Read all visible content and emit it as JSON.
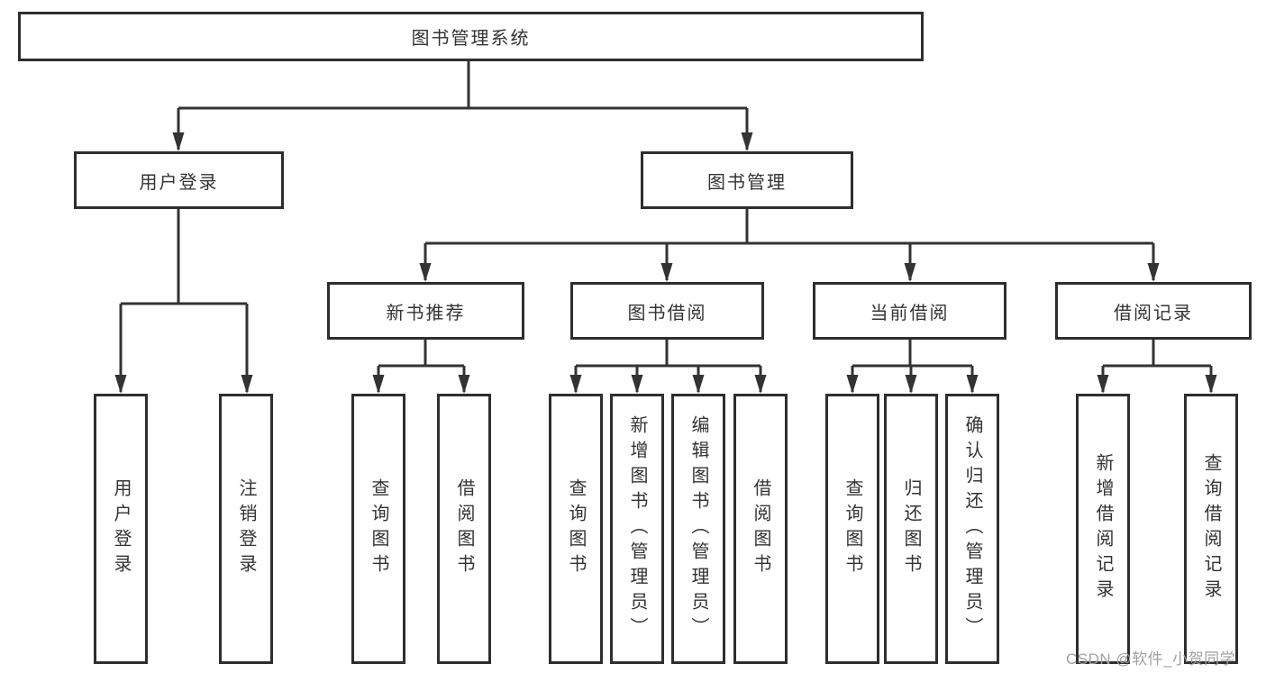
{
  "nodes": {
    "root": "图书管理系统",
    "user_login": "用户登录",
    "book_mgmt": "图书管理",
    "new_book": "新书推荐",
    "book_borrow": "图书借阅",
    "current_borrow": "当前借阅",
    "borrow_record": "借阅记录",
    "user_login_children": [
      "用户登录",
      "注销登录"
    ],
    "new_book_children": [
      "查询图书",
      "借阅图书"
    ],
    "book_borrow_children": [
      "查询图书",
      "新增图书（管理员）",
      "编辑图书（管理员）",
      "借阅图书"
    ],
    "current_borrow_children": [
      "查询图书",
      "归还图书",
      "确认归还（管理员）"
    ],
    "borrow_record_children": [
      "新增借阅记录",
      "查询借阅记录"
    ]
  },
  "watermark": "CSDN @软件_小贺同学",
  "colors": {
    "line": "#333333",
    "box_border": "#2e2e2e",
    "text": "#333333",
    "watermark": "#a0a0a5",
    "background": "#ffffff"
  }
}
